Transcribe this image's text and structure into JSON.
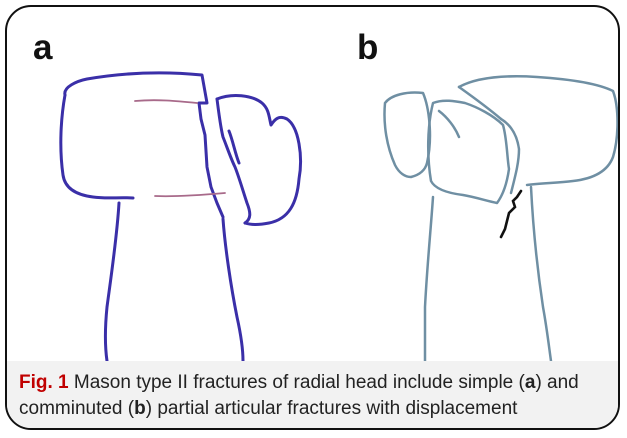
{
  "panels": {
    "a_label": "a",
    "b_label": "b"
  },
  "caption": {
    "fig_label": "Fig. 1",
    "text_1": " Mason type II fractures of radial head include simple (",
    "ref_a": "a",
    "text_2": ") and comminuted (",
    "ref_b": "b",
    "text_3": ") partial articular fractures with displacement"
  },
  "colors": {
    "panel_a_line": "#3a2fa8",
    "panel_a_fracture": "#a86a8a",
    "panel_b_line": "#6f8fa3",
    "panel_b_fracture": "#111111",
    "caption_accent": "#c00000"
  }
}
